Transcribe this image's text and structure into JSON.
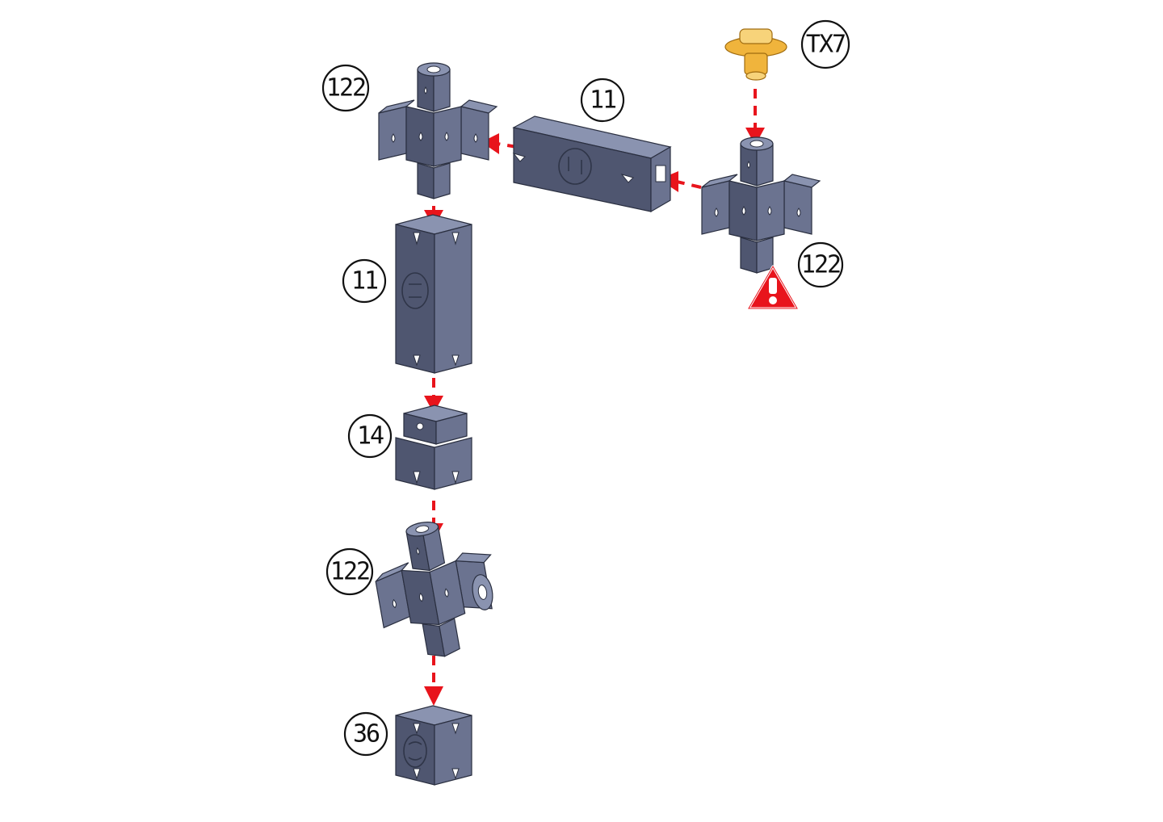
{
  "labels": {
    "connector_top_left": "122",
    "tube_horizontal": "11",
    "pin": "TX7",
    "connector_right": "122",
    "tube_vertical": "11",
    "cap_coupler": "14",
    "connector_bottom": "122",
    "short_tube": "36"
  },
  "icons": {
    "warning": "warning-triangle-icon"
  },
  "colors": {
    "part": "#4f5670",
    "arrow": "#e8141c",
    "pin": "#f0b43c",
    "warning": "#e8141c"
  }
}
